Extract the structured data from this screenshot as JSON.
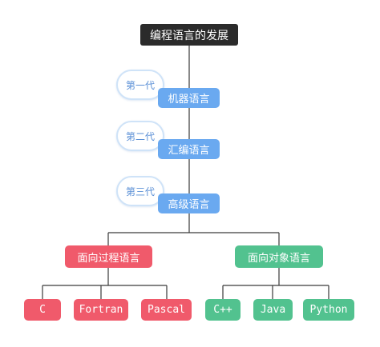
{
  "diagram": {
    "root": "编程语言的发展",
    "generations": [
      {
        "badge": "第一代",
        "label": "机器语言"
      },
      {
        "badge": "第二代",
        "label": "汇编语言"
      },
      {
        "badge": "第三代",
        "label": "高级语言"
      }
    ],
    "branches": [
      {
        "label": "面向过程语言",
        "color": "#f05a6b",
        "children": [
          "C",
          "Fortran",
          "Pascal"
        ]
      },
      {
        "label": "面向对象语言",
        "color": "#52c28f",
        "children": [
          "C++",
          "Java",
          "Python"
        ]
      }
    ],
    "line_color": "#3a3a3a"
  }
}
